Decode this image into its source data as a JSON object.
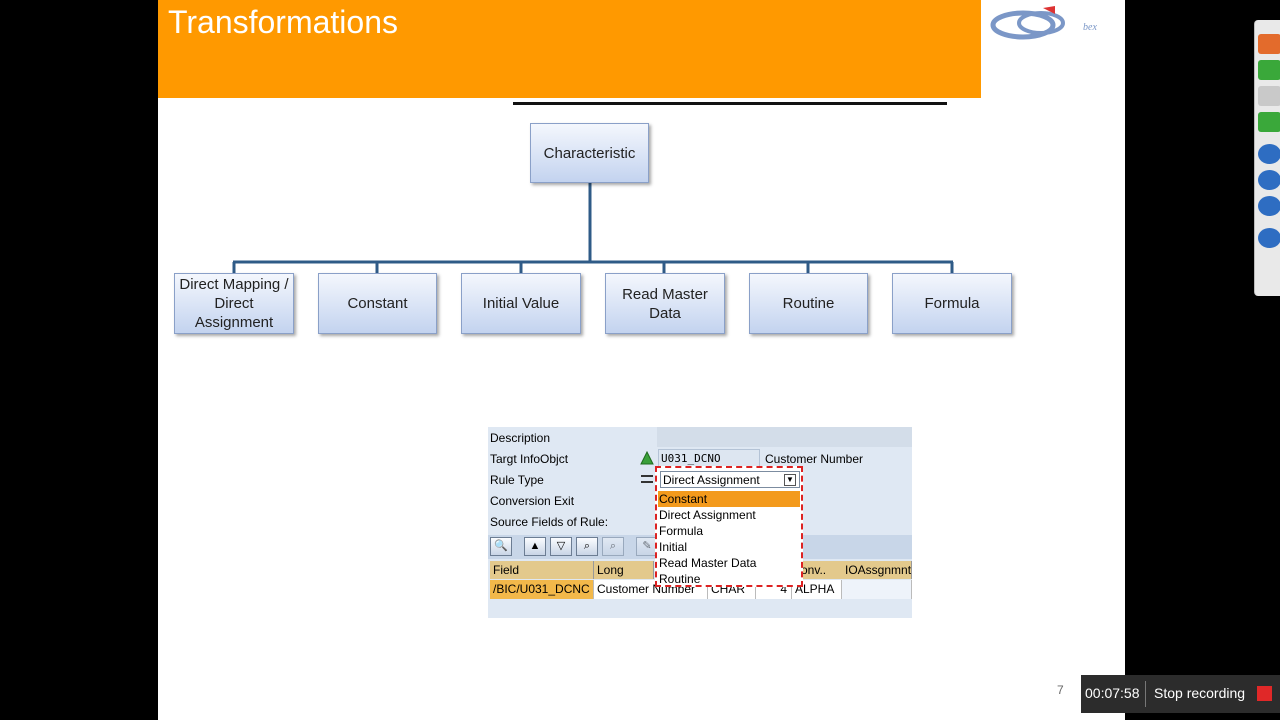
{
  "slide": {
    "title": "Transformations",
    "page_number": "7",
    "root": "Characteristic",
    "children": [
      "Direct Mapping / Direct Assignment",
      "Constant",
      "Initial Value",
      "Read Master Data",
      "Routine",
      "Formula"
    ]
  },
  "sap": {
    "labels": {
      "description": "Description",
      "target": "Targt InfoObjct",
      "rule_type": "Rule Type",
      "conversion_exit": "Conversion Exit",
      "source_fields": "Source Fields of Rule:"
    },
    "target_value": "U031_DCNO",
    "target_text": "Customer Number",
    "rule_type_value": "Direct Assignment",
    "dropdown_options": [
      "Constant",
      "Direct Assignment",
      "Formula",
      "Initial",
      "Read Master Data",
      "Routine"
    ],
    "dropdown_active": "Constant",
    "grid": {
      "headers": [
        "Field",
        "Long Desc",
        "onv..",
        "IOAssgnmnt"
      ],
      "row": [
        "/BIC/U031_DCNC",
        "Customer Number",
        "CHAR",
        "4",
        "ALPHA"
      ]
    }
  },
  "recording": {
    "timer": "00:07:58",
    "stop_label": "Stop recording"
  },
  "colors": {
    "title_bar": "#ff9900",
    "box_gradient_top": "#f4f7fd",
    "box_gradient_bottom": "#c3d3ef",
    "connector": "#2f5b87",
    "dropdown_highlight": "#f39a1c"
  }
}
